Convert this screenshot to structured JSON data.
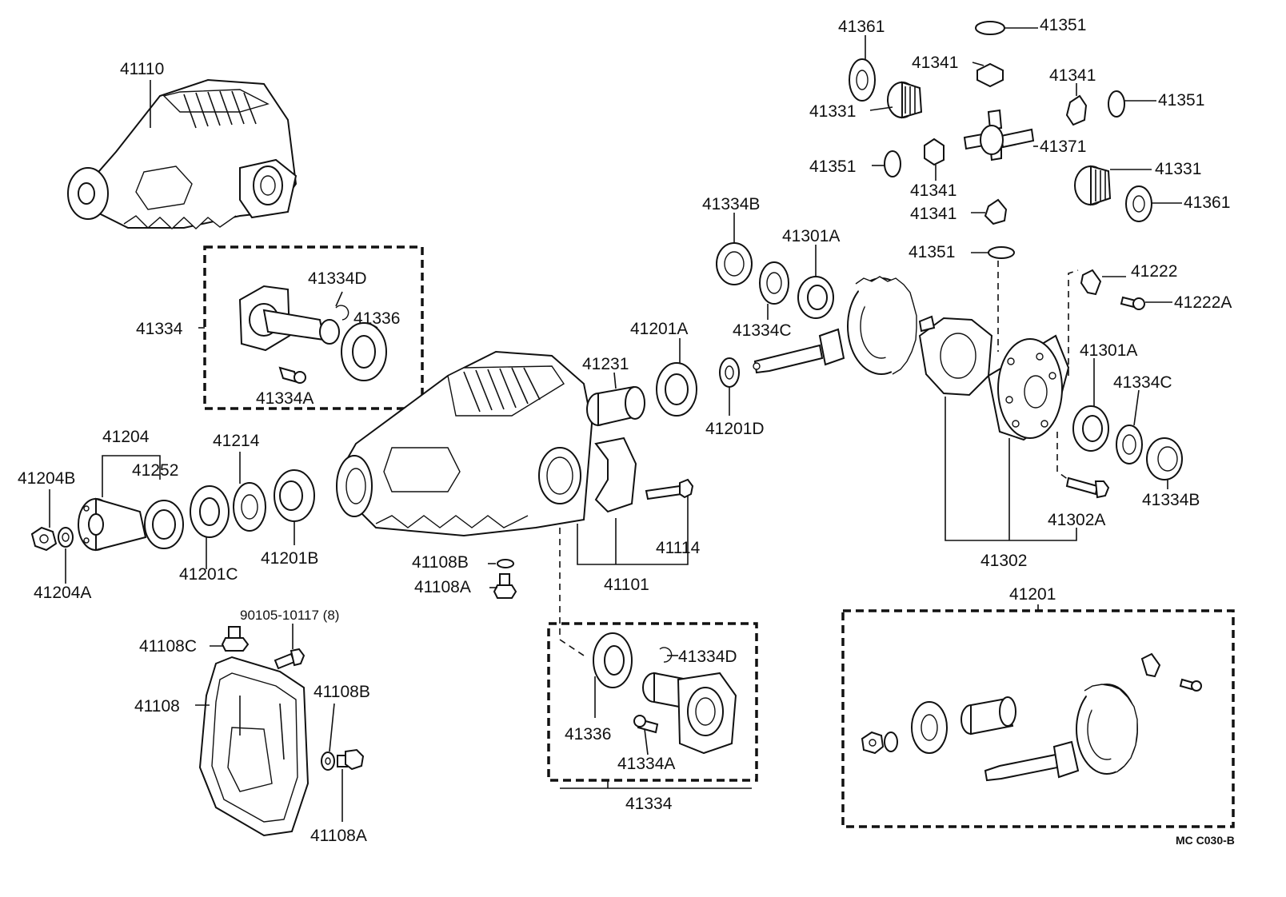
{
  "labels": {
    "l41110": "41110",
    "l41334_top": "41334",
    "l41334d_top": "41334D",
    "l41336_top": "41336",
    "l41334a_top": "41334A",
    "l41204": "41204",
    "l41252": "41252",
    "l41214": "41214",
    "l41204b": "41204B",
    "l41204a": "41204A",
    "l41201c": "41201C",
    "l41201b": "41201B",
    "l41231": "41231",
    "l41201a_mid": "41201A",
    "l41201d": "41201D",
    "l41114": "41114",
    "l41101": "41101",
    "l41108b_mid": "41108B",
    "l41108a_mid": "41108A",
    "l90105": "90105-10117 (8)",
    "l41108c": "41108C",
    "l41108": "41108",
    "l41108b_low": "41108B",
    "l41108a_low": "41108A",
    "l41334d_low": "41334D",
    "l41336_low": "41336",
    "l41334a_low": "41334A",
    "l41334_low": "41334",
    "l41361_top": "41361",
    "l41351_top": "41351",
    "l41341_a": "41341",
    "l41331_a": "41331",
    "l41341_b": "41341",
    "l41351_r": "41351",
    "l41371": "41371",
    "l41351_l": "41351",
    "l41341_c": "41341",
    "l41331_b": "41331",
    "l41341_d": "41341",
    "l41361_b": "41361",
    "l41334b_top": "41334B",
    "l41301a_top": "41301A",
    "l41351_low": "41351",
    "l41222": "41222",
    "l41222a": "41222A",
    "l41334c_top": "41334C",
    "l41301a_r": "41301A",
    "l41334c_r": "41334C",
    "l41334b_r": "41334B",
    "l41302a": "41302A",
    "l41302": "41302",
    "l41201_box": "41201",
    "code": "MC C030-B"
  }
}
